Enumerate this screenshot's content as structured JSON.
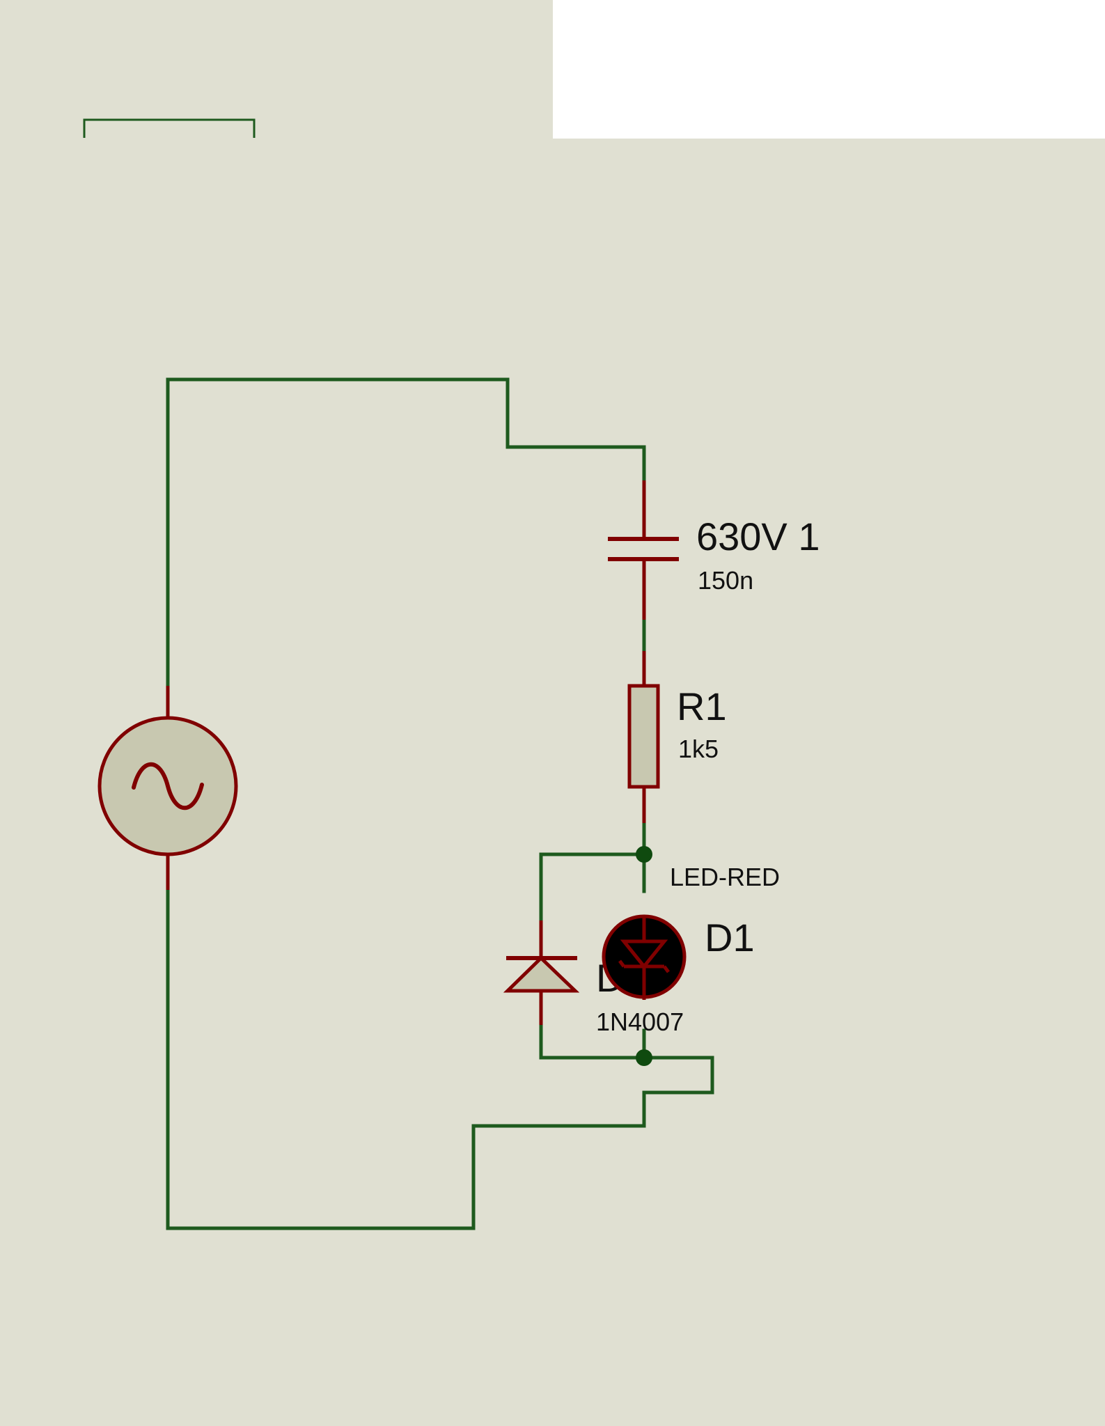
{
  "schematic": {
    "capacitor": {
      "ref": "630V 1",
      "value": "150n"
    },
    "resistor": {
      "ref": "R1",
      "value": "1k5"
    },
    "led": {
      "ref": "D1",
      "value": "LED-RED"
    },
    "diode": {
      "ref": "D2",
      "value": "1N4007"
    },
    "source": {
      "type": "AC voltage source",
      "symbol": "sine-wave-icon"
    }
  },
  "colors": {
    "background": "#e0e0d2",
    "sheet_cutout": "#ffffff",
    "wire": "#1e5a1e",
    "component": "#800000",
    "component_fill": "#c8c8b0",
    "led_fill": "#000000",
    "junction": "#0f4a0f",
    "label": "#111111"
  }
}
